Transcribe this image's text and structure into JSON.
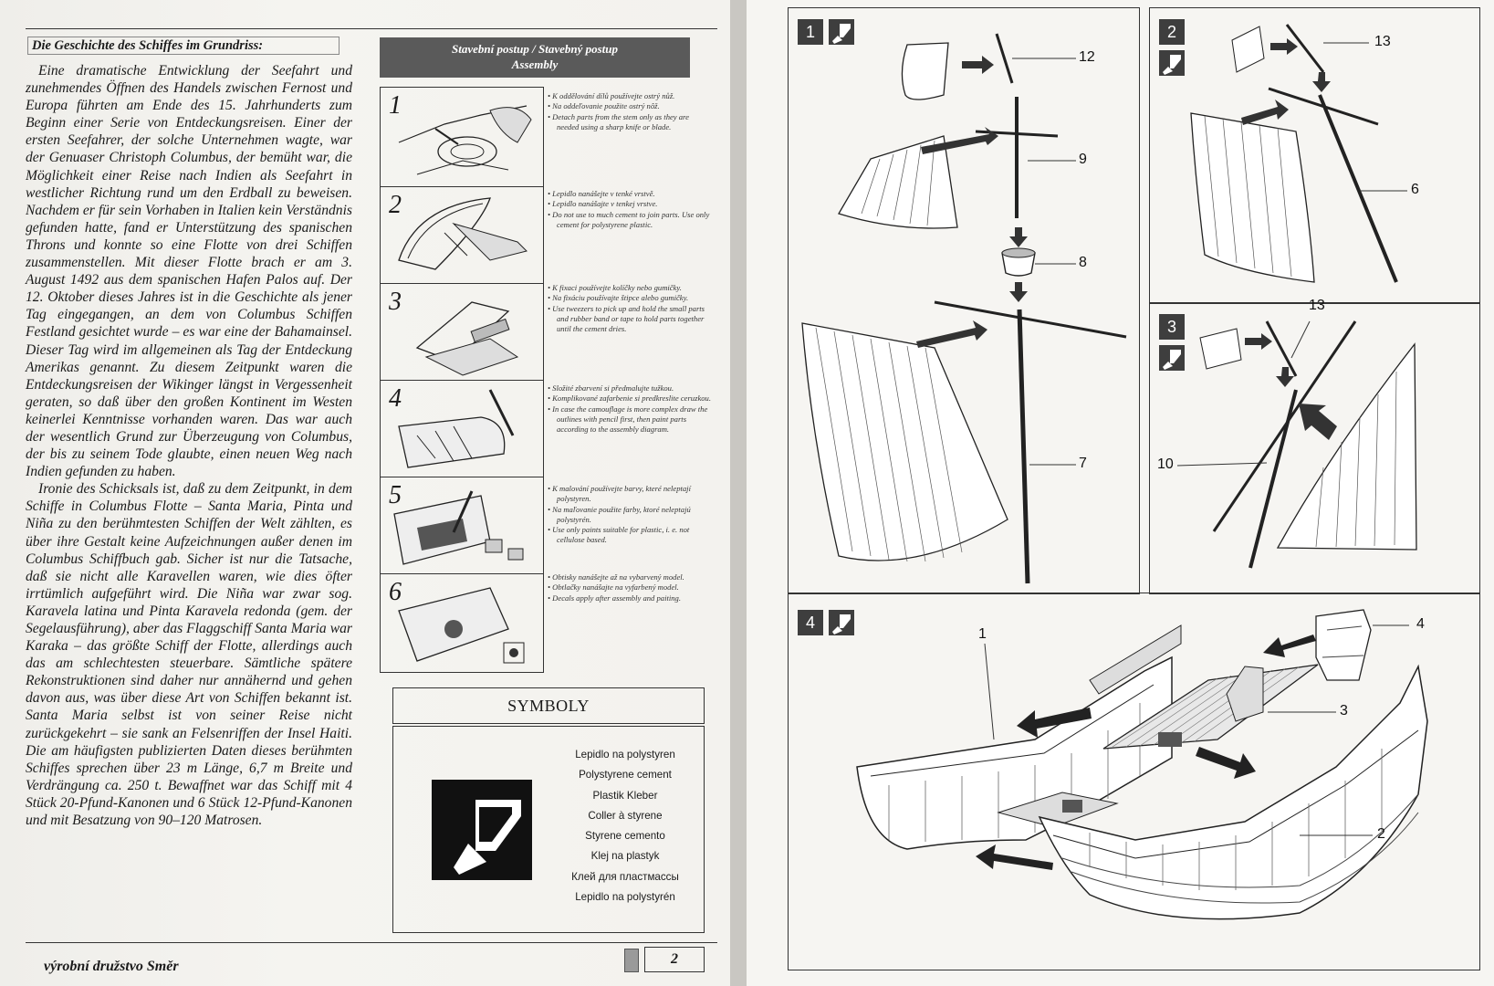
{
  "left_page": {
    "story_heading": "Die Geschichte des Schiffes im Grundriss:",
    "story_paragraphs": [
      "Eine dramatische Entwicklung der Seefahrt und zunehmendes Öffnen des Handels zwischen Fernost und Europa führten am Ende des 15. Jahrhunderts zum Beginn einer Serie von Entdeckungsreisen. Einer der ersten Seefahrer, der solche Unternehmen wagte, war der Genuaser Christoph Columbus, der bemüht war, die Möglichkeit einer Reise nach Indien als Seefahrt in westlicher Richtung rund um den Erdball zu beweisen. Nachdem er für sein Vorhaben in Italien kein Verständnis gefunden hatte, fand er Unterstützung des spanischen Throns und konnte so eine Flotte von drei Schiffen zusammenstellen. Mit dieser Flotte brach er am 3. August 1492 aus dem spanischen Hafen Palos auf. Der 12. Oktober dieses Jahres ist in die Geschichte als jener Tag eingegangen, an dem von Columbus Schiffen Festland gesichtet wurde – es war eine der Bahamainsel. Dieser Tag wird im allgemeinen als Tag der Entdeckung Amerikas genannt. Zu diesem Zeitpunkt waren die Entdeckungsreisen der Wikinger längst in Vergessenheit geraten, so daß über den großen Kontinent im Westen keinerlei Kenntnisse vorhanden waren. Das war auch der wesentlich Grund zur Überzeugung von Columbus, der bis zu seinem Tode glaubte, einen neuen Weg nach Indien gefunden zu haben.",
      "Ironie des Schicksals ist, daß zu dem Zeitpunkt, in dem Schiffe in Columbus Flotte – Santa Maria, Pinta und Niña zu den berühmtesten Schiffen der Welt zählten, es über ihre Gestalt keine Aufzeichnungen außer denen im Columbus Schiffbuch gab. Sicher ist nur die Tatsache, daß sie nicht alle Karavellen waren, wie dies öfter irrtümlich aufgeführt wird. Die Niña war zwar sog. Karavela latina und Pinta Karavela redonda (gem. der Segelausführung), aber das Flaggschiff Santa Maria war Karaka – das größte Schiff der Flotte, allerdings auch das am schlechtesten steuerbare. Sämtliche spätere Rekonstruktionen sind daher nur annähernd und gehen davon aus, was über diese Art von Schiffen bekannt ist. Santa Maria selbst ist von seiner Reise nicht zurückgekehrt – sie sank an Felsenriffen der Insel Haiti. Die am häufigsten publizierten Daten dieses berühmten Schiffes sprechen über 23 m Länge, 6,7 m Breite und Verdrängung ca. 250 t. Bewaffnet war das Schiff mit 4 Stück 20-Pfund-Kanonen und 6 Stück 12-Pfund-Kanonen und mit Besatzung von 90–120 Matrosen."
    ],
    "assembly_header_line1": "Stavební postup / Stavebný postup",
    "assembly_header_line2": "Assembly",
    "steps": [
      {
        "num": "1",
        "notes": [
          "K oddělování dílů používejte ostrý nůž.",
          "Na oddeľovanie použite ostrý nôž.",
          "Detach parts from the stem only as they are needed using a sharp knife or blade."
        ]
      },
      {
        "num": "2",
        "notes": [
          "Lepidlo nanášejte v tenké vrstvě.",
          "Lepidlo nanášajte v tenkej vrstve.",
          "Do not use to much cement to join parts. Use only cement for polystyrene plastic."
        ]
      },
      {
        "num": "3",
        "notes": [
          "K fixaci používejte kolíčky nebo gumičky.",
          "Na fixáciu používajte štipce alebo gumičky.",
          "Use tweezers to pick up and hold the small parts and rubber band or tape to hold parts together until the cement dries."
        ]
      },
      {
        "num": "4",
        "notes": [
          "Složité zbarvení si předmalujte tužkou.",
          "Komplikované zafarbenie si predkreslite ceruzkou.",
          "In case the camouflage is more complex draw the outlines with pencil first, then paint parts according to the assembly diagram."
        ]
      },
      {
        "num": "5",
        "notes": [
          "K malování používejte barvy, které neleptají polystyren.",
          "Na maľovanie použite farby, ktoré neleptajú polystyrén.",
          "Use only paints suitable for plastic, i. e. not cellulose based."
        ]
      },
      {
        "num": "6",
        "notes": [
          "Obtisky nanášejte až na vybarvený model.",
          "Obtlačky nanášajte na vyfarbený model.",
          "Decals apply after assembly and paiting."
        ]
      }
    ],
    "symboly_title": "SYMBOLY",
    "symboly_items": [
      "Lepidlo na polystyren",
      "Polystyrene cement",
      "Plastik Kleber",
      "Coller à styrene",
      "Styrene cemento",
      "Klej na plastyk",
      "Клей для пластмассы",
      "Lepidlo na polystyrén"
    ],
    "footer": "výrobní družstvo Směr",
    "page_number": "2"
  },
  "right_page": {
    "panels": [
      {
        "step": "1",
        "callouts": [
          "12",
          "9",
          "8",
          "7"
        ]
      },
      {
        "step": "2",
        "callouts": [
          "13",
          "6"
        ]
      },
      {
        "step": "3",
        "callouts": [
          "13",
          "10"
        ]
      },
      {
        "step": "4",
        "callouts": [
          "1",
          "4",
          "3",
          "2"
        ]
      }
    ]
  },
  "colors": {
    "paper": "#f4f3ef",
    "ink": "#1a1a1a",
    "header_gray": "#5a5a5a",
    "badge_gray": "#3e3e3e",
    "background": "#c9c7c2"
  }
}
